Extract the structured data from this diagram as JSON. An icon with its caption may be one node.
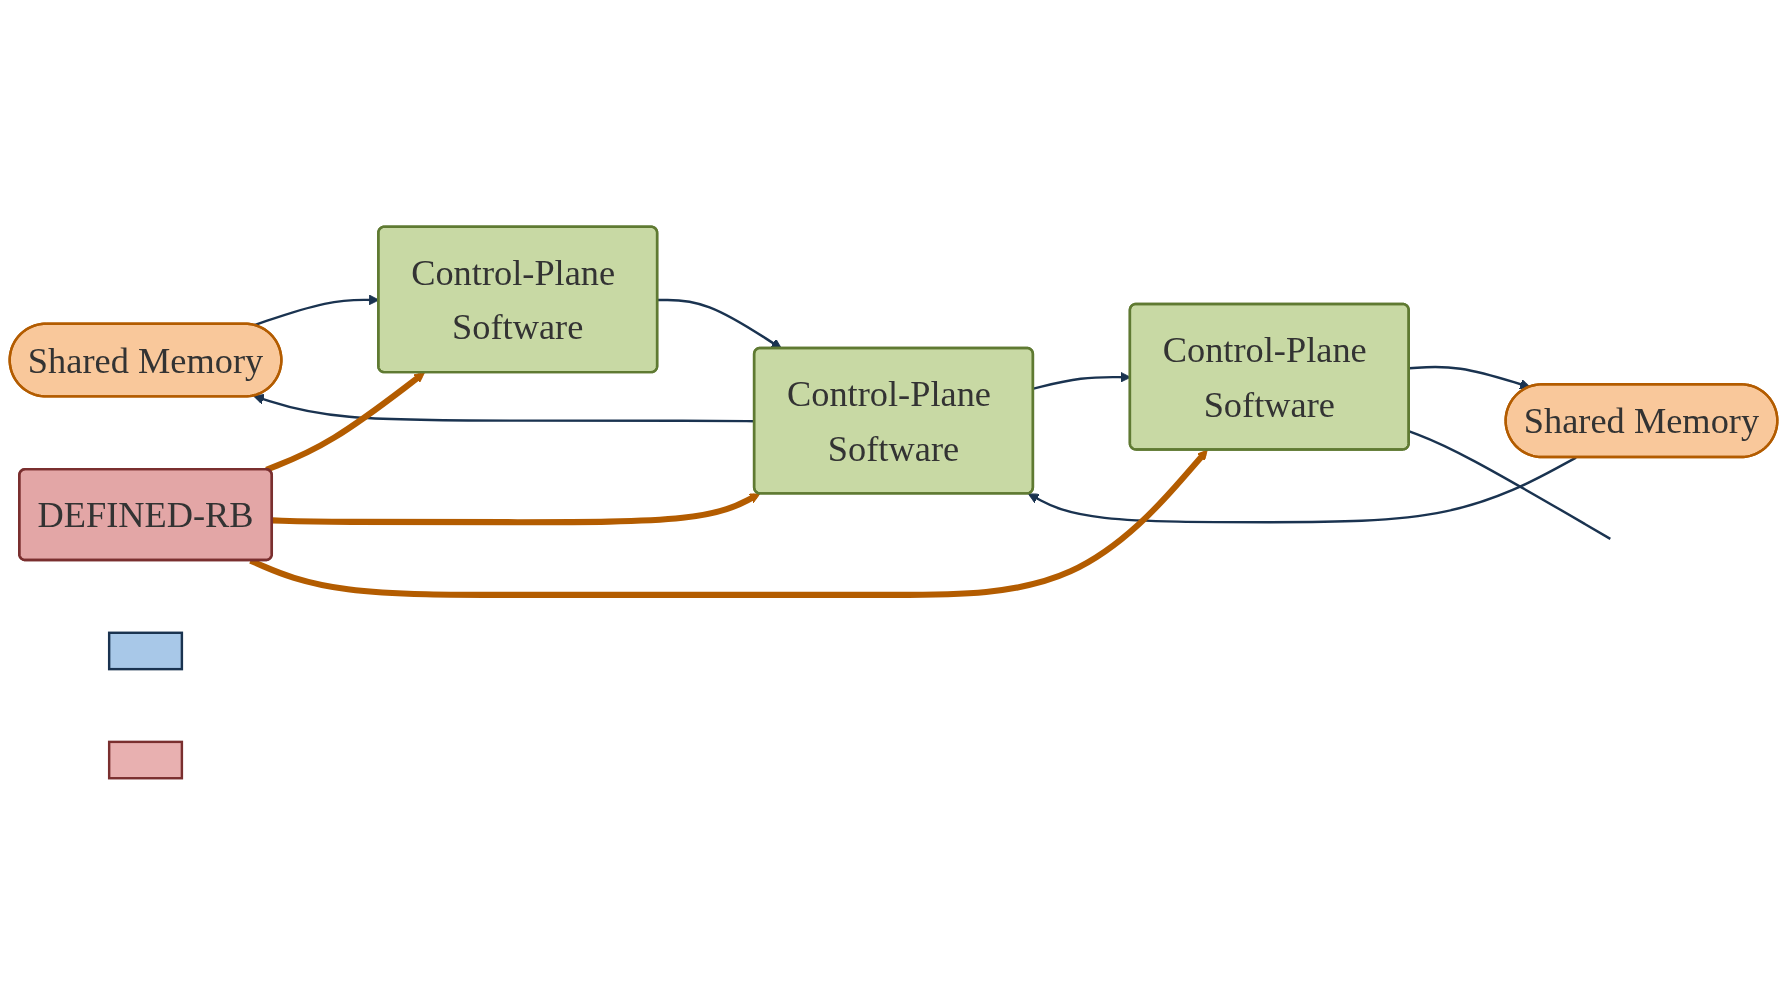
{
  "diagram": {
    "nodes": [
      {
        "text": [
          "Shared Memory"
        ]
      },
      {
        "text": [
          "Shared Memory"
        ]
      },
      {
        "text": [
          "Control-Plane Software"
        ]
      },
      {
        "text": [
          "Control-Plane Software"
        ]
      },
      {
        "text": [
          "Control-Plane Software"
        ]
      },
      {
        "text": [
          "DEFINED-RB"
        ]
      },
      {
        "text": [],
        "shape": "box"
      },
      {
        "text": [],
        "shape": "box"
      }
    ],
    "edges": [
      {
        "from": 0,
        "to": 2,
        "arrow": "to"
      },
      {
        "from": 3,
        "to": 0,
        "arrow": "to"
      },
      {
        "from": 1,
        "to": 3,
        "arrow": "to"
      },
      {
        "from": 4,
        "to": 1,
        "arrow": "to"
      },
      {
        "from": 2,
        "to": 3,
        "arrow": "to"
      },
      {
        "from": 3,
        "to": 4,
        "arrow": "to"
      },
      {
        "from": 4,
        "to": null,
        "arrow": "none"
      },
      {
        "from": 5,
        "to": 2,
        "arrow": "to",
        "style": "thick",
        "color": "#b35c00"
      },
      {
        "from": 5,
        "to": 3,
        "arrow": "to",
        "style": "thick",
        "color": "#b35c00"
      },
      {
        "from": 5,
        "to": 4,
        "arrow": "to",
        "style": "thick",
        "color": "#b35c00"
      }
    ]
  }
}
